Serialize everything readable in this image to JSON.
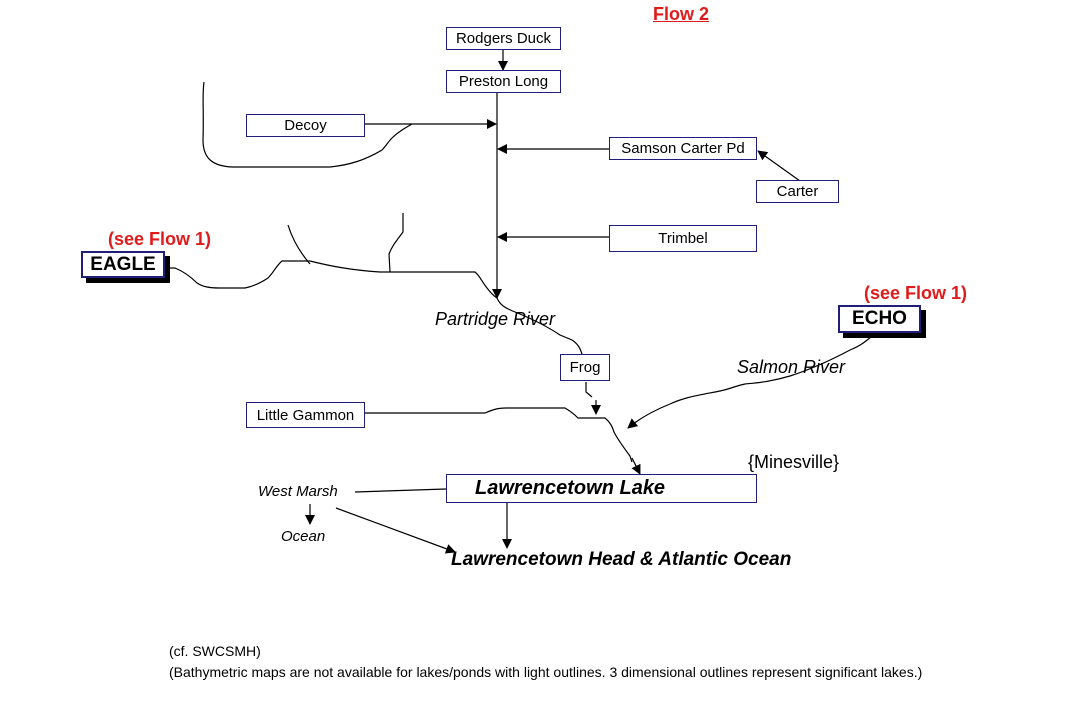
{
  "title": "Flow 2",
  "colors": {
    "title": "#e01b1b",
    "box_border": "#1f1f7a",
    "line": "#000000"
  },
  "nodes": {
    "rodgers_duck": "Rodgers Duck",
    "preston_long": "Preston Long",
    "decoy": "Decoy",
    "samson_carter_pd": "Samson Carter Pd",
    "carter": "Carter",
    "trimbel": "Trimbel",
    "eagle": "EAGLE",
    "echo": "ECHO",
    "frog": "Frog",
    "little_gammon": "Little Gammon",
    "lawrencetown_lake": "Lawrencetown Lake"
  },
  "labels": {
    "see_flow_eagle": "(see Flow 1)",
    "see_flow_echo": "(see Flow 1)",
    "partridge_river": "Partridge River",
    "salmon_river": "Salmon River",
    "minesville": "{Minesville}",
    "west_marsh": "West Marsh",
    "ocean": "Ocean",
    "outlet": "Lawrencetown Head & Atlantic Ocean"
  },
  "footer": {
    "source": "(cf. SWCSMH)",
    "note": "(Bathymetric maps are not available for lakes/ponds with light outlines. 3 dimensional outlines represent significant lakes.)"
  }
}
